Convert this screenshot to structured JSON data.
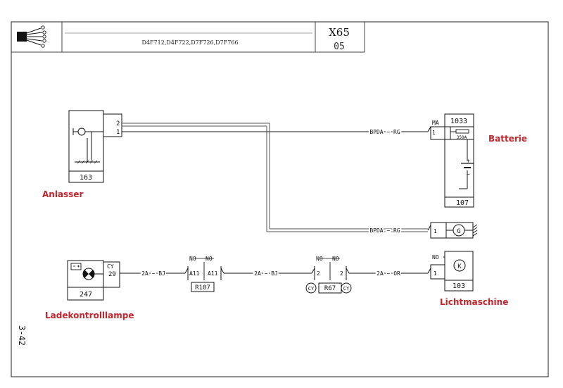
{
  "header": {
    "engine_codes": "D4F712,D4F722,D7F726,D7F766",
    "section_code": "X65",
    "page_number": "05"
  },
  "page_ref": "3-42",
  "components": {
    "starter": {
      "id": "163",
      "pin_top": "2",
      "pin_bottom": "1",
      "label": "Anlasser"
    },
    "battery": {
      "id": "1033",
      "terminal_label": "MA",
      "pin": "1",
      "fuse_rating": "350A",
      "relay_id": "107",
      "plus": "+",
      "minus": "−",
      "label": "Batterie"
    },
    "alternator": {
      "pin_g": "1",
      "pin_nd": "NO",
      "pin_k": "1",
      "id": "103",
      "label": "Lichtmaschine"
    },
    "warning_lamp": {
      "id": "247",
      "color_code": "CY",
      "pin": "29",
      "label": "Ladekontrolllampe"
    },
    "connector_r107": {
      "id": "R107",
      "left_no": "NO",
      "right_no": "NO",
      "left_pin": "A11",
      "right_pin": "A11"
    },
    "connector_r67": {
      "id": "R67",
      "left_no": "NO",
      "right_no": "NO",
      "left_pin": "2",
      "right_pin": "2",
      "left_color": "CY",
      "right_color": "CY"
    }
  },
  "wires": {
    "battery_feed": "BPDA − RG",
    "alternator_feed": "BPDA − RG",
    "lamp_to_r107": "2A − BJ",
    "r107_to_r67": "2A − BJ",
    "r67_to_alternator": "2A − OR"
  }
}
